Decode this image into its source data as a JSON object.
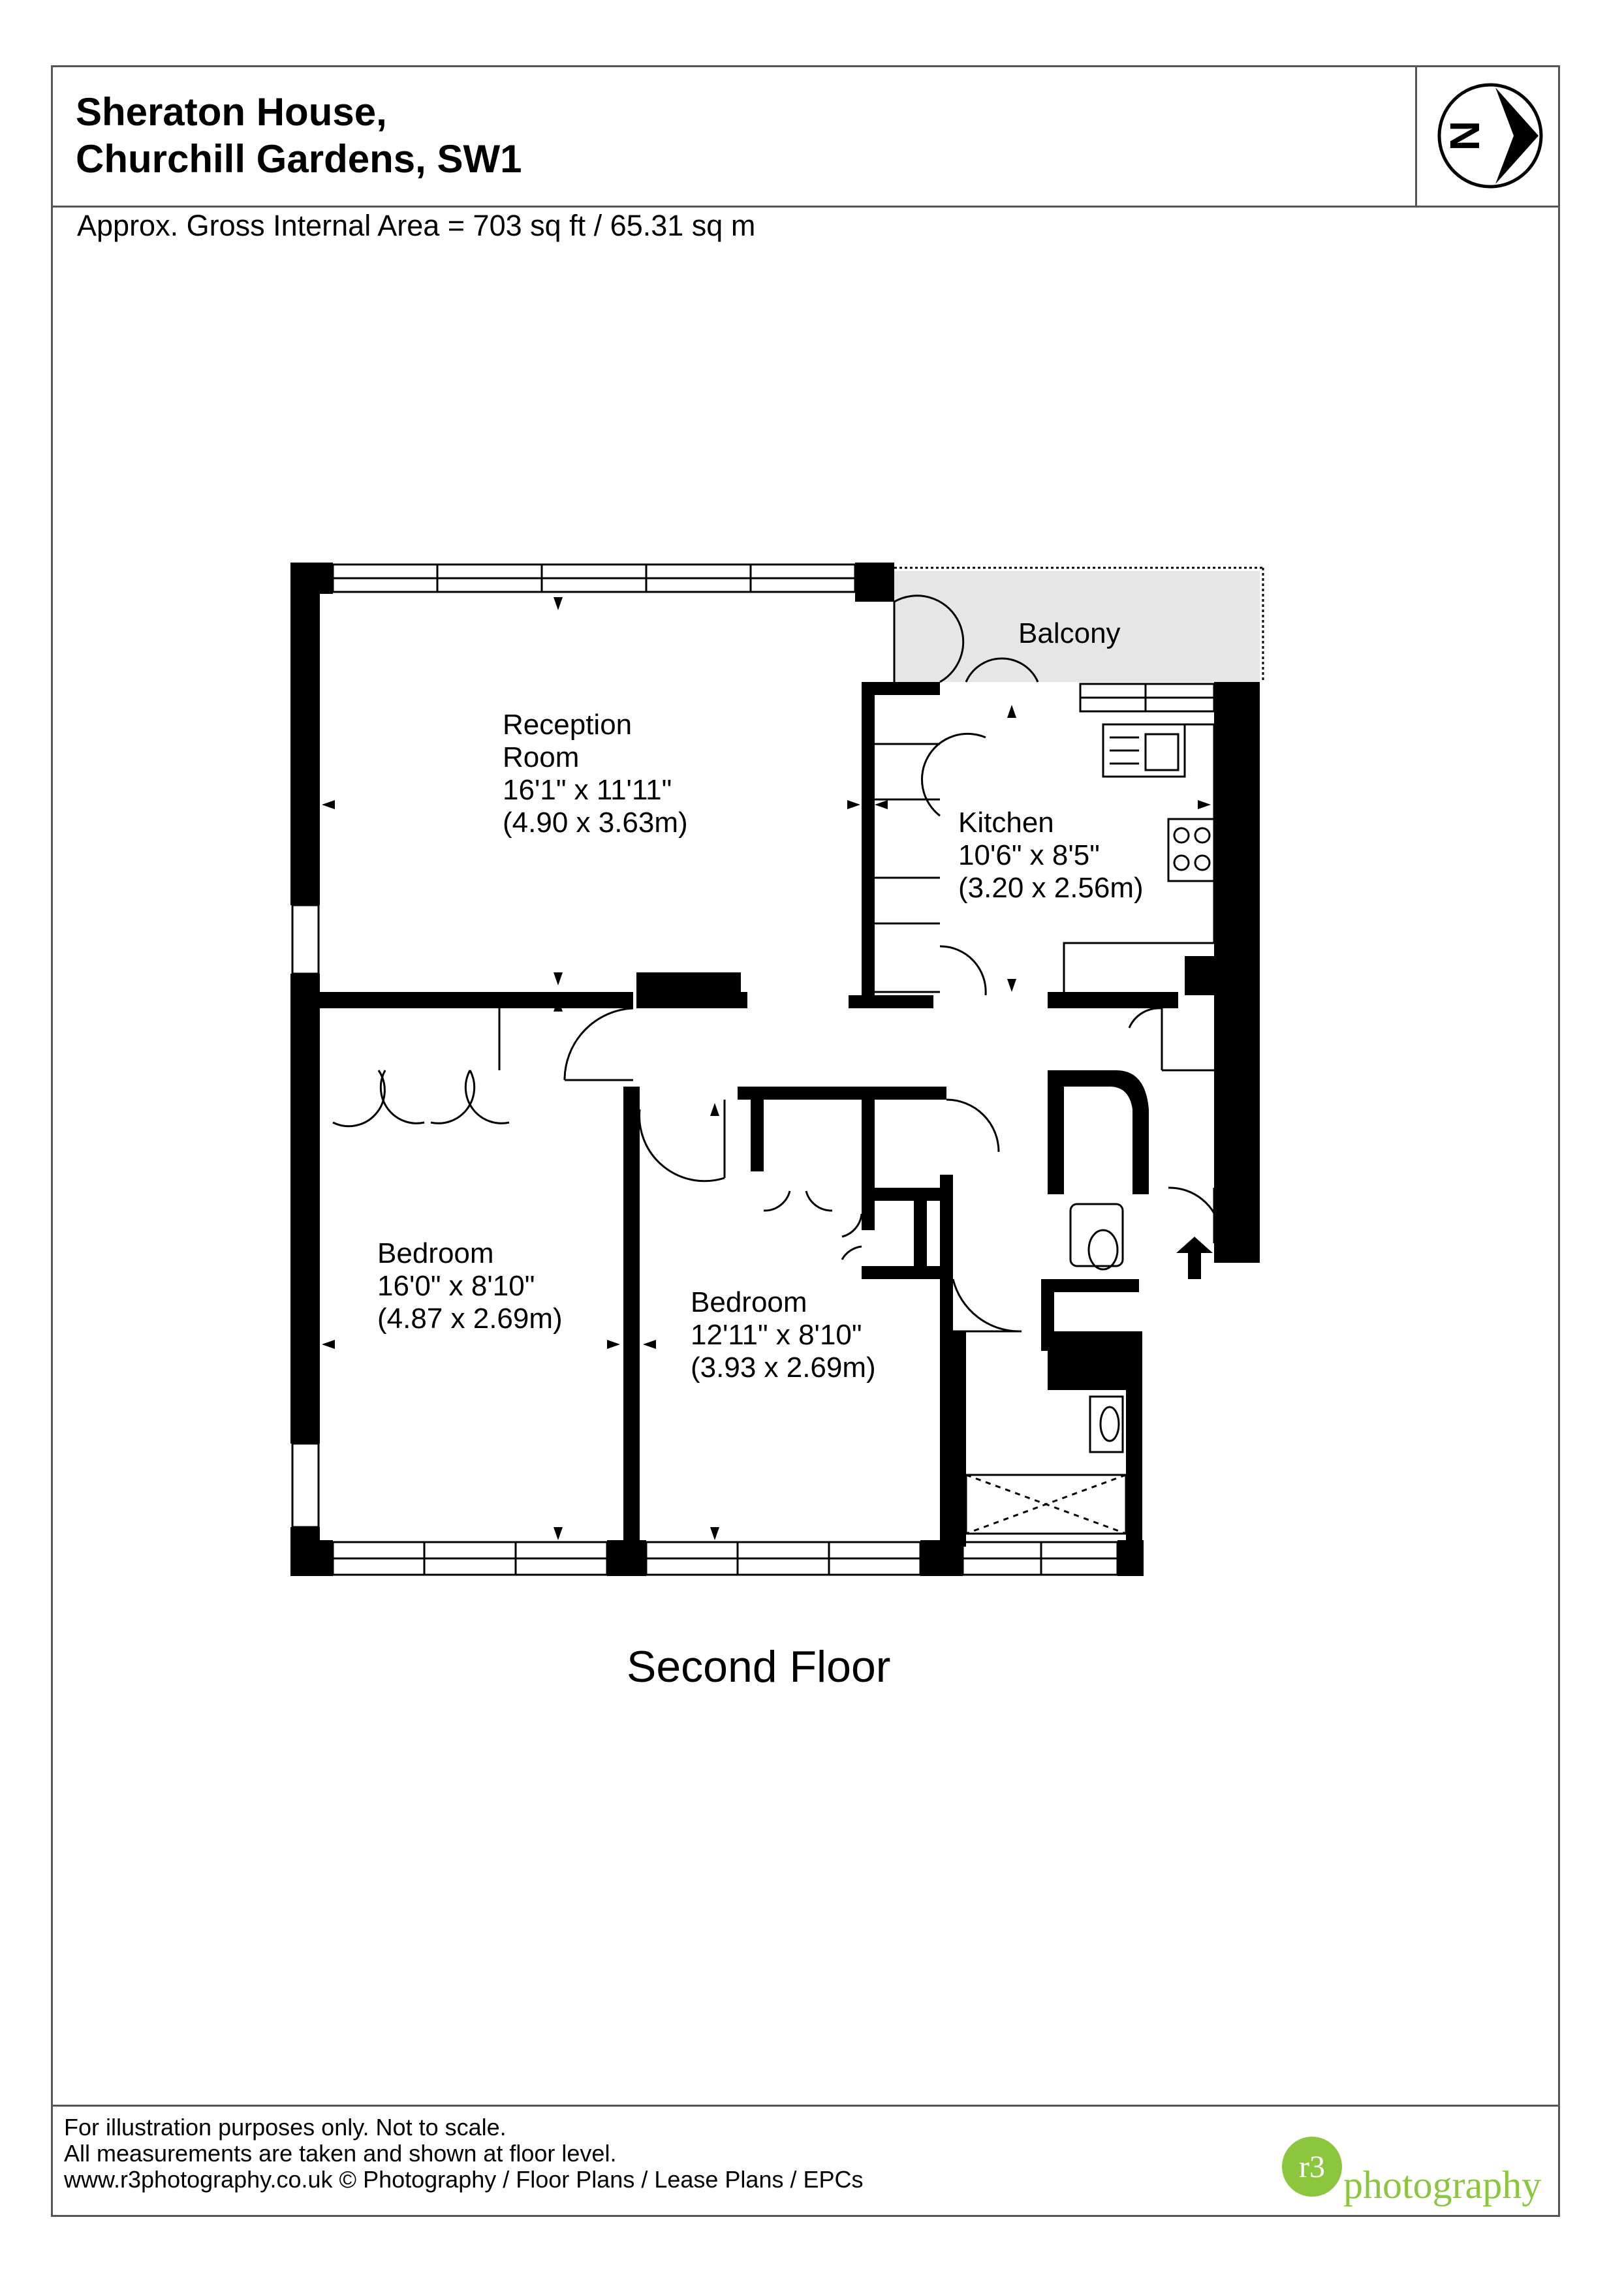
{
  "title": {
    "line1": "Sheraton House,",
    "line2": "Churchill Gardens, SW1"
  },
  "area_text": "Approx. Gross Internal Area = 703 sq ft  / 65.31 sq m",
  "compass": {
    "icon": "north-arrow-icon",
    "letter": "N"
  },
  "floor_name": "Second Floor",
  "rooms": {
    "balcony": {
      "name": "Balcony"
    },
    "reception": {
      "name_line1": "Reception",
      "name_line2": "Room",
      "imperial": "16'1\" x 11'11\"",
      "metric": "(4.90 x 3.63m)"
    },
    "kitchen": {
      "name": "Kitchen",
      "imperial": "10'6\" x 8'5\"",
      "metric": "(3.20 x 2.56m)"
    },
    "bedroom1": {
      "name": "Bedroom",
      "imperial": "16'0\" x 8'10\"",
      "metric": "(4.87 x 2.69m)"
    },
    "bedroom2": {
      "name": "Bedroom",
      "imperial": "12'11\" x 8'10\"",
      "metric": "(3.93 x 2.69m)"
    }
  },
  "footer": {
    "line1": "For illustration purposes only. Not to scale.",
    "line2": "All measurements are taken and shown at floor level.",
    "line3": "www.r3photography.co.uk © Photography / Floor Plans / Lease Plans / EPCs"
  },
  "logo": {
    "mark": "r3",
    "text": "photography",
    "color_green": "#8cc63f",
    "color_gray": "#9a9a9a"
  },
  "colors": {
    "wall": "#000000",
    "balcony_fill": "#e6e6e6",
    "frame": "#555555"
  }
}
